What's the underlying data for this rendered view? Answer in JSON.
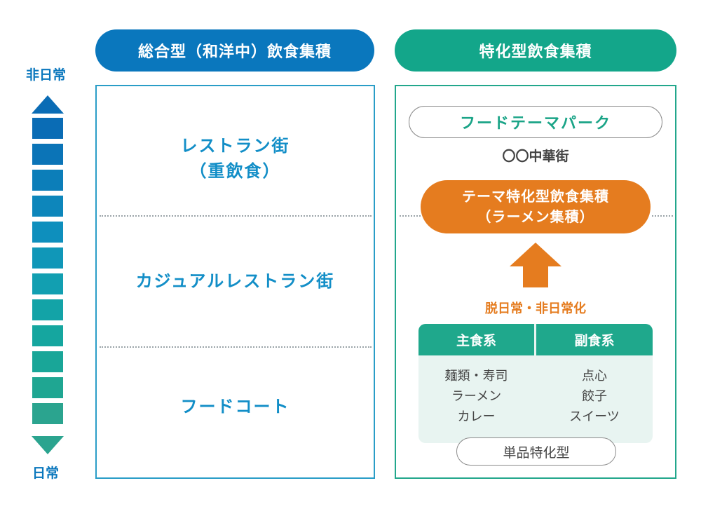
{
  "scale": {
    "top_label": "非日常",
    "bottom_label": "日常",
    "bar_colors": [
      "#0a6cb5",
      "#0b74b7",
      "#0c7eb9",
      "#0d86bb",
      "#0e8fbd",
      "#1097b8",
      "#129fb1",
      "#13a3a7",
      "#15a69f",
      "#19a698",
      "#1fa692",
      "#2ba48f"
    ]
  },
  "left_panel": {
    "header": "総合型（和洋中）飲食集積",
    "header_color": "#0a77bd",
    "border_color": "#2a9dc7",
    "categories": [
      {
        "line1": "レストラン街",
        "line2": "（重飲食）"
      },
      {
        "line1": "カジュアルレストラン街"
      },
      {
        "line1": "フードコート"
      }
    ]
  },
  "right_panel": {
    "header": "特化型飲食集積",
    "header_color": "#13a68a",
    "border_color": "#22a78c",
    "theme_park": "フードテーマパーク",
    "theme_park_example": "〇〇中華街",
    "special": {
      "line1": "テーマ特化型飲食集積",
      "line2": "（ラーメン集積）"
    },
    "arrow_label": "脱日常・非日常化",
    "main_dish": {
      "title": "主食系",
      "items": [
        "麺類・寿司",
        "ラーメン",
        "カレー"
      ]
    },
    "side_dish": {
      "title": "副食系",
      "items": [
        "点心",
        "餃子",
        "スイーツ"
      ]
    },
    "single_item": "単品特化型"
  },
  "colors": {
    "accent_blue": "#128ec7",
    "accent_green": "#1fa88c",
    "accent_orange": "#e57c1f"
  }
}
